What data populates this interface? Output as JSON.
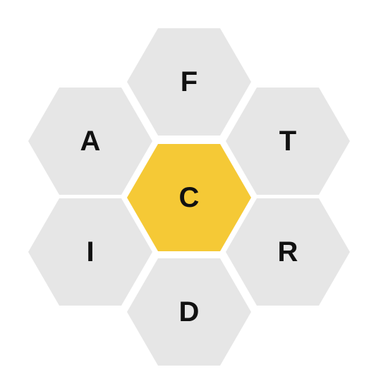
{
  "hive": {
    "center_letter": "C",
    "outer_letters": {
      "top": "F",
      "upper_left": "A",
      "upper_right": "T",
      "lower_left": "I",
      "lower_right": "R",
      "bottom": "D"
    }
  },
  "colors": {
    "center_cell": "#f5c936",
    "outer_cell": "#e6e6e6",
    "letter": "#111111"
  }
}
